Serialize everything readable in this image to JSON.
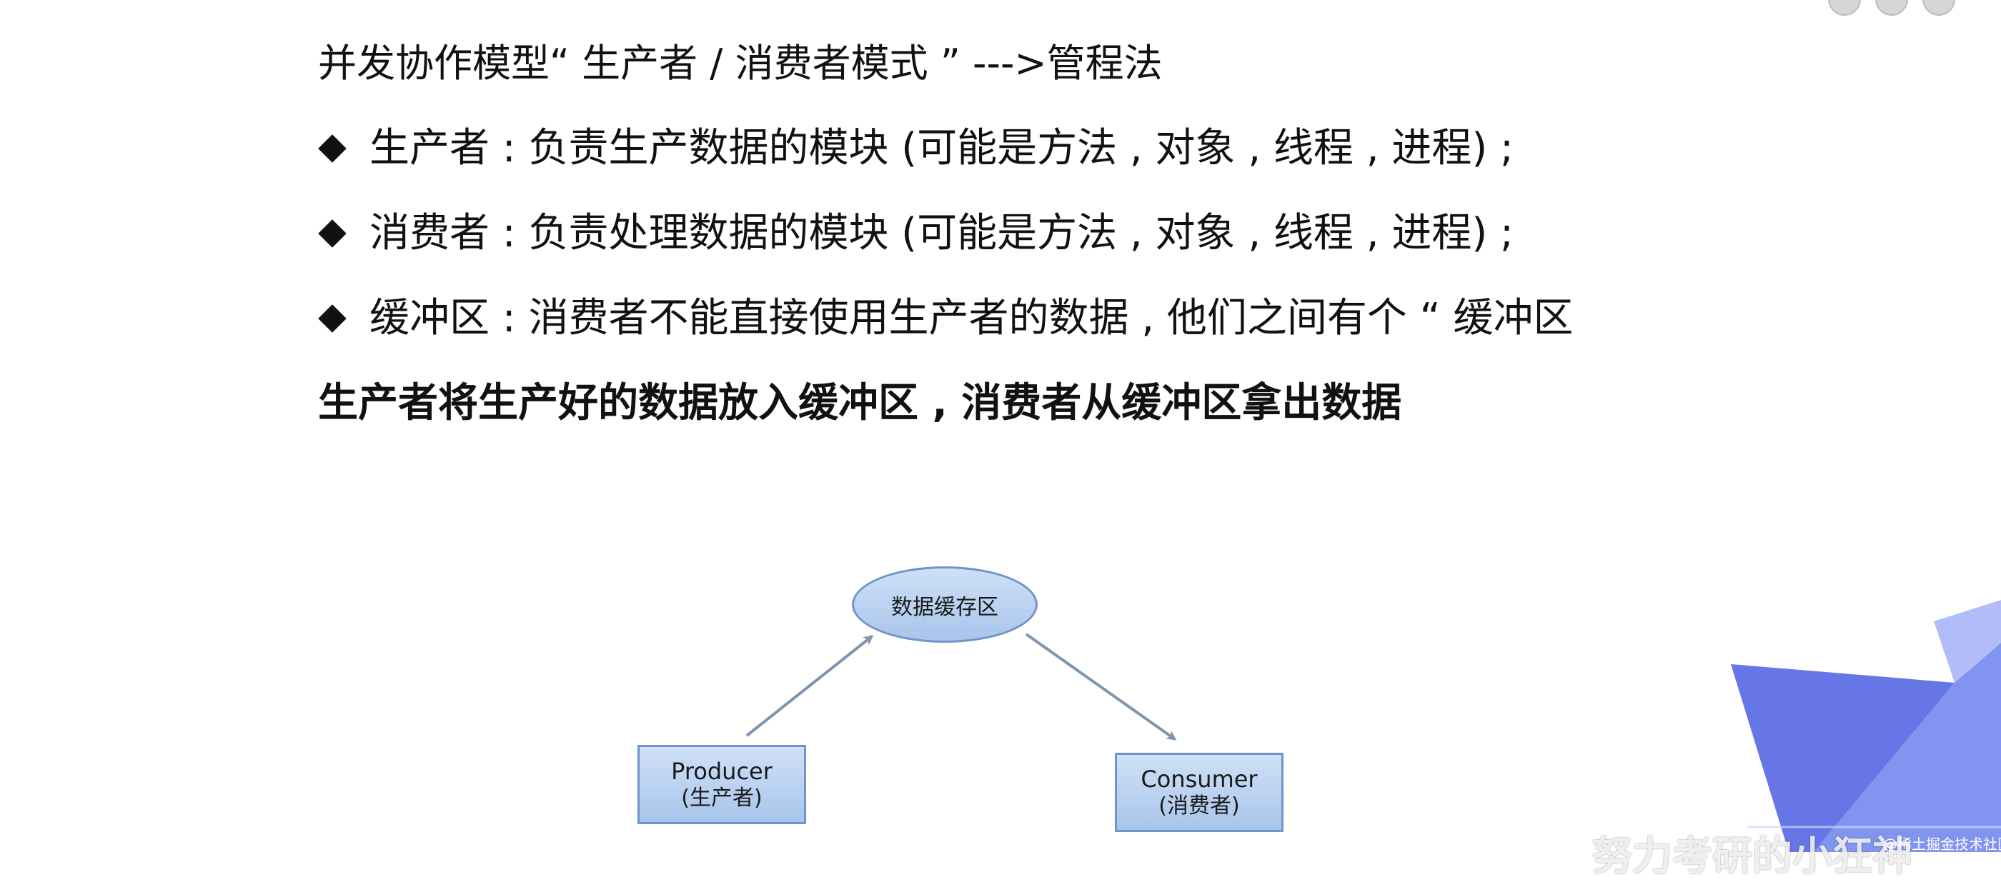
{
  "slide": {
    "title": "并发协作模型“ 生产者 / 消费者模式 ” --->管程法",
    "bullets": [
      "生产者 : 负责生产数据的模块 (可能是方法 , 对象 , 线程 , 进程) ;",
      "消费者 : 负责处理数据的模块 (可能是方法 , 对象 , 线程 , 进程) ;",
      "缓冲区 : 消费者不能直接使用生产者的数据 , 他们之间有个 “ 缓冲区"
    ],
    "summary": "生产者将生产好的数据放入缓冲区 , 消费者从缓冲区拿出数据"
  },
  "diagram": {
    "buffer_label": "数据缓存区",
    "producer": {
      "en": "Producer",
      "zh": "(生产者)"
    },
    "consumer": {
      "en": "Consumer",
      "zh": "(消费者)"
    },
    "colors": {
      "node_fill_top": "#cfe0f7",
      "node_fill_bottom": "#a9c5eb",
      "node_border": "#6f94c9",
      "arrow": "#7f95ad"
    }
  },
  "overlay": {
    "watermark": "努力考研的小狂神",
    "corner_tag": "@稀土掘金技术社区"
  }
}
